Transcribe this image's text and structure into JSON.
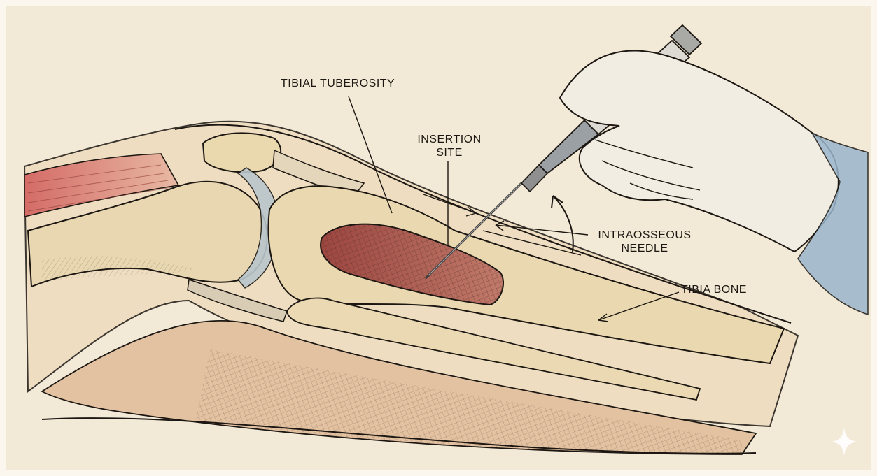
{
  "labels": {
    "tibial_tuberosity": "TIBIAL TUBEROSITY",
    "insertion_site_line1": "INSERTION",
    "insertion_site_line2": "SITE",
    "intraosseous_needle_line1": "INTRAOSSEOUS",
    "intraosseous_needle_line2": "NEEDLE",
    "tibia_bone": "TIBIA BONE"
  },
  "colors": {
    "paper": "#f2e9d6",
    "ink": "#1c1712",
    "bone": "#e8d7b0",
    "marrow": "#a5504a",
    "muscle": "#c95b57",
    "skin": "#dcc09a",
    "glove": "#f1ede2",
    "sleeve": "#9ab6cc"
  },
  "icons": {
    "watermark": "sparkle-icon"
  }
}
